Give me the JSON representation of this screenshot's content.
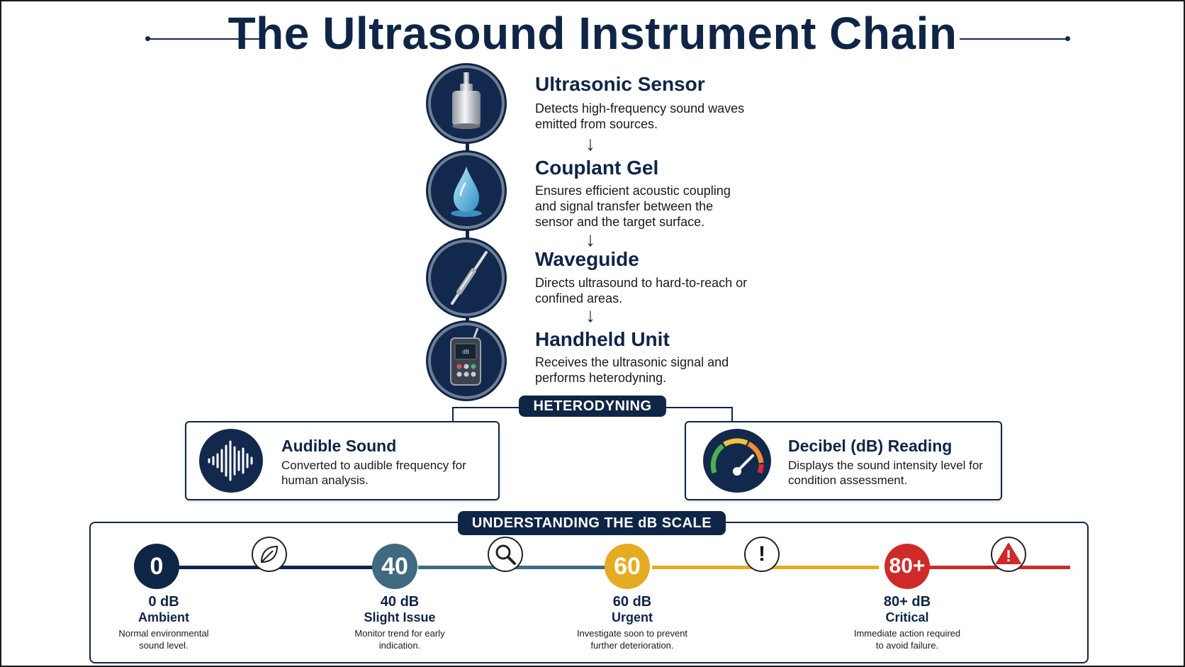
{
  "title": "The Ultrasound Instrument Chain",
  "chain": [
    {
      "title": "Ultrasonic Sensor",
      "desc": "Detects high-frequency sound waves emitted from sources.",
      "icon": "sensor-icon"
    },
    {
      "title": "Couplant Gel",
      "desc": "Ensures efficient acoustic coupling and signal transfer between the sensor and the target surface.",
      "icon": "droplet-icon"
    },
    {
      "title": "Waveguide",
      "desc": "Directs ultrasound to hard-to-reach or confined areas.",
      "icon": "waveguide-probe-icon"
    },
    {
      "title": "Handheld Unit",
      "desc": "Receives the ultrasonic signal and performs heterodyning.",
      "icon": "handheld-device-icon"
    }
  ],
  "arrow_glyph": "↓",
  "heterodyning_label": "HETERODYNING",
  "outputs": [
    {
      "title": "Audible Sound",
      "desc": "Converted to audible frequency for human analysis.",
      "icon": "sound-wave-icon"
    },
    {
      "title": "Decibel (dB) Reading",
      "desc": "Displays the sound intensity level for condition assessment.",
      "icon": "gauge-icon"
    }
  ],
  "scale": {
    "label": "UNDERSTANDING THE dB SCALE",
    "levels": [
      {
        "badge": "0",
        "value": "0 dB",
        "name": "Ambient",
        "desc": "Normal environmental sound level.",
        "color": "#0e2546"
      },
      {
        "badge": "40",
        "value": "40 dB",
        "name": "Slight Issue",
        "desc": "Monitor trend for early indication.",
        "color": "#3f6a80"
      },
      {
        "badge": "60",
        "value": "60 dB",
        "name": "Urgent",
        "desc": "Investigate soon to prevent further deterioration.",
        "color": "#e5ab22"
      },
      {
        "badge": "80+",
        "value": "80+ dB",
        "name": "Critical",
        "desc": "Immediate action required to avoid failure.",
        "color": "#cf2a2a"
      }
    ],
    "segment_icons": [
      "leaf-icon",
      "magnifier-icon",
      "exclamation-icon",
      "warning-triangle-icon"
    ],
    "exclamation_glyph": "!"
  }
}
